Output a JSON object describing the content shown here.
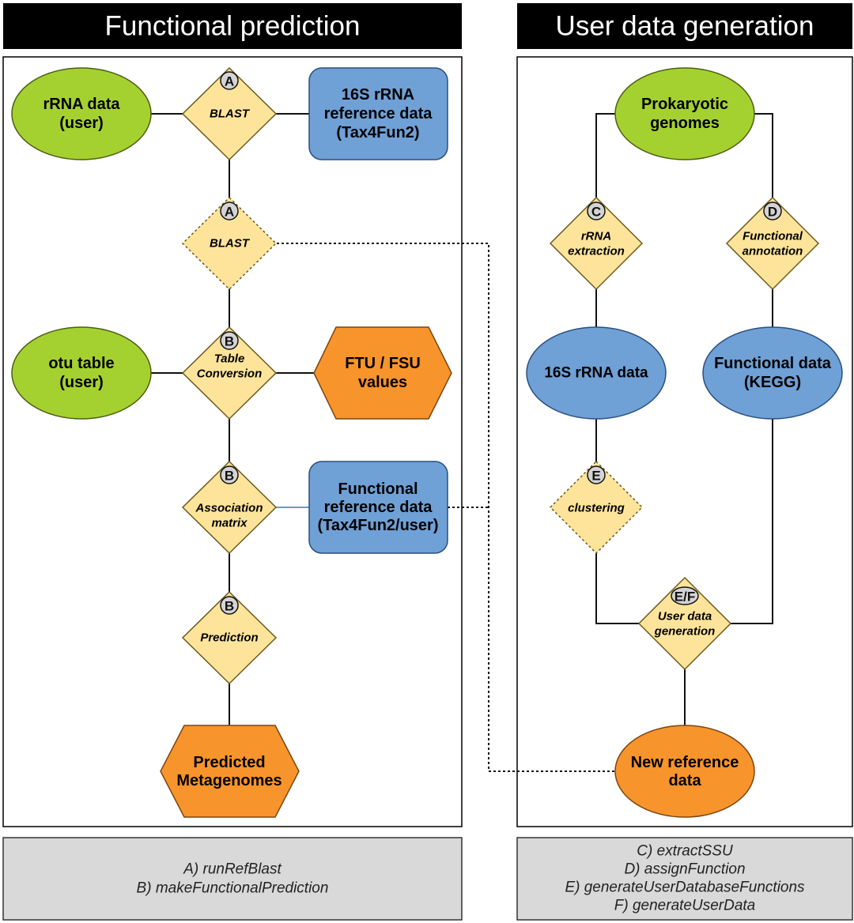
{
  "headers": {
    "left": "Functional prediction",
    "right": "User data generation"
  },
  "left": {
    "rrna_user": [
      "rRNA data",
      "(user)"
    ],
    "blast1": {
      "badge": "A",
      "label": [
        "BLAST"
      ]
    },
    "ref16s": [
      "16S rRNA",
      "reference data",
      "(Tax4Fun2)"
    ],
    "blast2": {
      "badge": "A",
      "label": [
        "BLAST"
      ]
    },
    "otu_user": [
      "otu table",
      "(user)"
    ],
    "table_conv": {
      "badge": "B",
      "label": [
        "Table",
        "Conversion"
      ]
    },
    "ftu_fsu": [
      "FTU / FSU",
      "values"
    ],
    "assoc": {
      "badge": "B",
      "label": [
        "Association",
        "matrix"
      ]
    },
    "func_ref": [
      "Functional",
      "reference data",
      "(Tax4Fun2/user)"
    ],
    "prediction": {
      "badge": "B",
      "label": [
        "Prediction"
      ]
    },
    "predicted": [
      "Predicted",
      "Metagenomes"
    ]
  },
  "right": {
    "prokaryotic": [
      "Prokaryotic",
      "genomes"
    ],
    "rrna_extract": {
      "badge": "C",
      "label": [
        "rRNA",
        "extraction"
      ]
    },
    "func_annot": {
      "badge": "D",
      "label": [
        "Functional",
        "annotation"
      ]
    },
    "rrna16s": [
      "16S rRNA data"
    ],
    "func_kegg": [
      "Functional data",
      "(KEGG)"
    ],
    "clustering": {
      "badge": "E",
      "label": [
        "clustering"
      ]
    },
    "userdata_gen": {
      "badge": "E/F",
      "label": [
        "User data",
        "generation"
      ]
    },
    "new_ref": [
      "New reference",
      "data"
    ]
  },
  "footers": {
    "left": [
      "A) runRefBlast",
      "B) makeFunctionalPrediction"
    ],
    "right": [
      "C) extractSSU",
      "D) assignFunction",
      "E) generateUserDatabaseFunctions",
      "F) generateUserData"
    ]
  },
  "colors": {
    "green": "#a5d130",
    "blue": "#6fa0d6",
    "orange": "#f8942c",
    "diamond": "#fde49a",
    "badge": "#d4d4d4"
  }
}
